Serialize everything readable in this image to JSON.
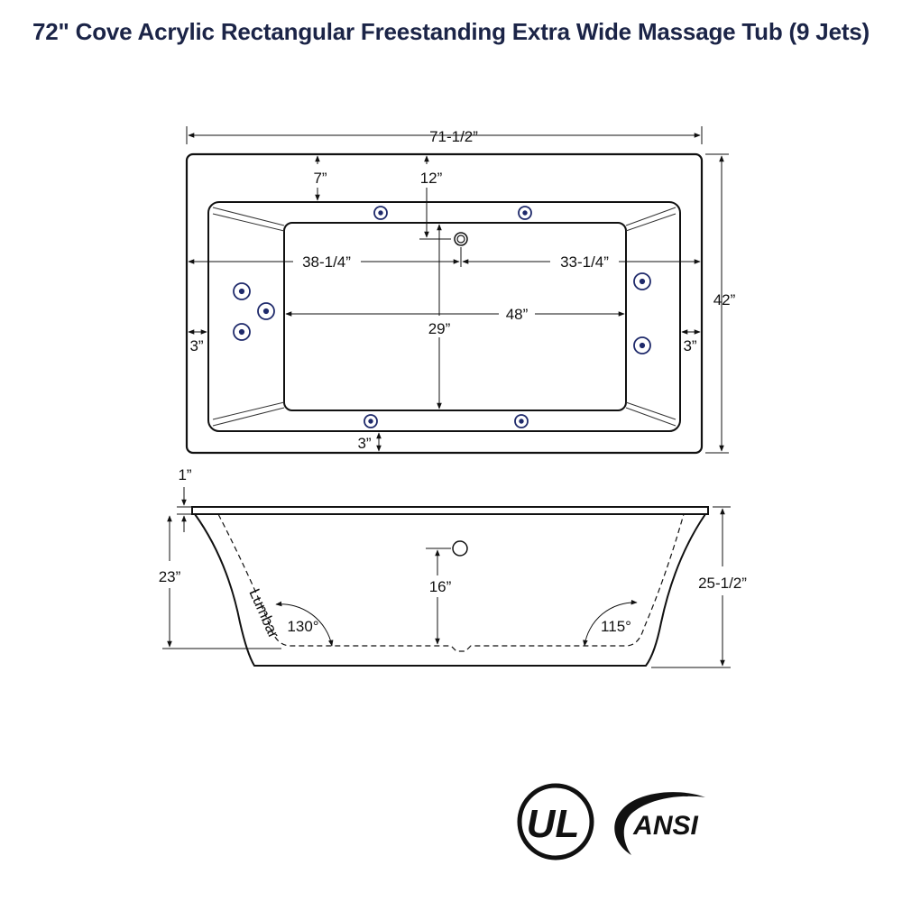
{
  "title": "72\" Cove Acrylic Rectangular Freestanding Extra Wide Massage Tub (9 Jets)",
  "top_view": {
    "overall_length": "71-1/2”",
    "overall_width": "42”",
    "deck_top": "7”",
    "drain_offset_from_side": "12”",
    "drain_to_left": "38-1/4”",
    "drain_to_right": "33-1/4”",
    "bottom_length": "48”",
    "bottom_width": "29”",
    "left_rim": "3”",
    "right_rim": "3”",
    "bottom_rim": "3”"
  },
  "side_view": {
    "rim_thickness": "1”",
    "interior_depth": "23”",
    "drain_height": "16”",
    "overall_height": "25-1/2”",
    "lumbar_label": "Lumbar",
    "left_angle": "130°",
    "right_angle": "115°"
  },
  "logos": {
    "ul": "UL",
    "ansi": "ANSI"
  },
  "colors": {
    "title": "#1b2447",
    "jet": "#1f2a6b",
    "line": "#111111"
  },
  "jets_count": 9
}
